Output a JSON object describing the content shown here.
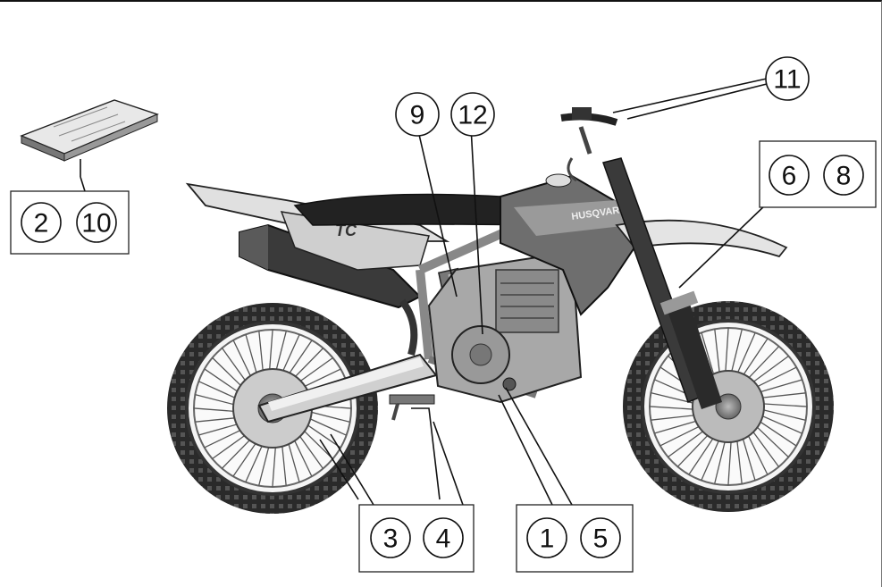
{
  "figure": {
    "image_description": "Off-road motorcycle (side view, right side) with numbered callouts to parts; manual booklet shown at upper left",
    "callouts": {
      "manual_box": [
        "2",
        "10"
      ],
      "rear_box": [
        "3",
        "4"
      ],
      "engine_box": [
        "1",
        "5"
      ],
      "fork_box": [
        "6",
        "8"
      ],
      "label_9": "9",
      "label_12": "12",
      "label_11": "11"
    },
    "decal_text": {
      "tank_brand": "HUSQVARNA",
      "side_panel": "TC"
    }
  },
  "colors": {
    "line": "#111111",
    "tire": "#2a2a2a",
    "plastic_light": "#d9d9d9",
    "plastic_mid": "#8a8a8a",
    "seat": "#222222"
  }
}
